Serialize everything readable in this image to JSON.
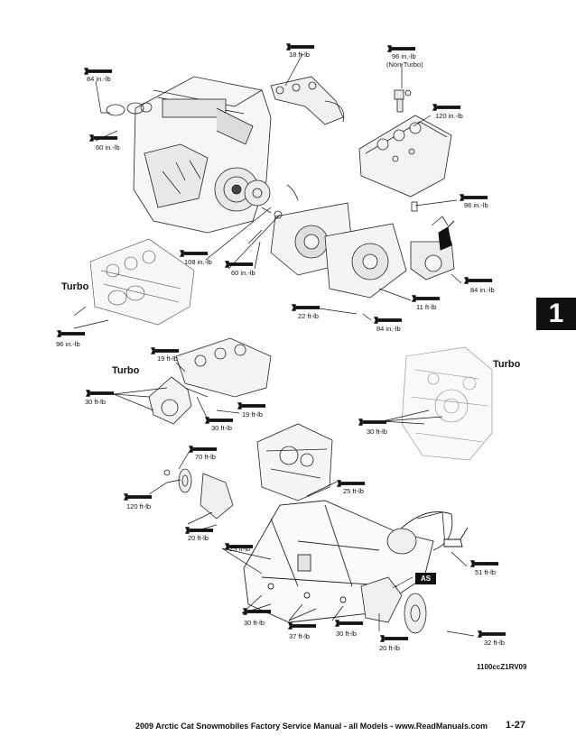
{
  "side_tab": "1",
  "section_labels": {
    "turbo_left": "Turbo",
    "turbo_middle": "Turbo",
    "turbo_right": "Turbo"
  },
  "torque_labels": {
    "t18ftlb_top": "18 ft-lb",
    "t96inlb_nonturbo": "96 in.-lb",
    "non_turbo": "(Non-Turbo)",
    "t84inlb_topleft": "84 in.-lb",
    "t120inlb_cover": "120 in.-lb",
    "t60inlb_left": "60 in.-lb",
    "t96inlb_right": "96 in.-lb",
    "t108inlb": "108 in.-lb",
    "t60inlb_center": "60 in.-lb",
    "t84inlb_right": "84 in.-lb",
    "t11ftlb": "11 ft-lb",
    "t22ftlb": "22 ft-lb",
    "t84inlb_bottom": "84 in.-lb",
    "t96inlb_turbo": "96 in.-lb",
    "t19ftlb_top": "19 ft-lb",
    "t30ftlb_turbo_left": "30 ft-lb",
    "t19ftlb_mid": "19 ft-lb",
    "t30ftlb_turbo_center": "30 ft-lb",
    "t30ftlb_turbo_right": "30 ft-lb",
    "t70ftlb": "70 ft-lb",
    "t120ftlb": "120 ft-lb",
    "t25ftlb_upper": "25 ft-lb",
    "t20ftlb_left": "20 ft-lb",
    "t25ftlb_lower": "25 ft-lb",
    "t51ftlb": "51 ft-lb",
    "t30ftlb_bottom_left": "30 ft-lb",
    "t37ftlb": "37 ft-lb",
    "t30ftlb_bottom_mid": "30 ft-lb",
    "t20ftlb_bottom": "20 ft-lb",
    "t32ftlb": "32 ft-lb"
  },
  "as_badge": "AS",
  "figure_id": "1100ccZ1RV09",
  "footer": {
    "text": "2009 Arctic Cat Snowmobiles Factory Service Manual - all Models  -   www.ReadManuals.com",
    "page_number": "1-27"
  }
}
